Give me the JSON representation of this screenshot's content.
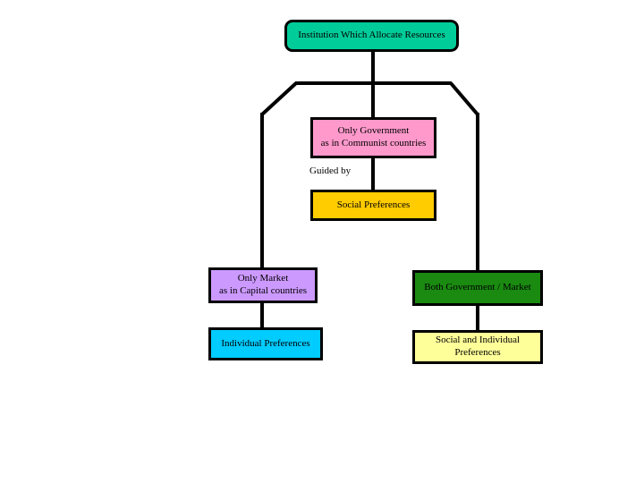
{
  "diagram": {
    "title": "Institution Which Allocate Resources",
    "background_color": "#ffffff",
    "line_color": "#000000",
    "nodes": {
      "root": {
        "label": "Institution Which Allocate Resources",
        "fill": "#00cc99",
        "shape": "rounded-rectangle"
      },
      "only_government": {
        "label": "Only Government\nas in Communist countries",
        "fill": "#ff99cc",
        "shape": "rectangle"
      },
      "social_preferences": {
        "label": "Social Preferences",
        "fill": "#ffcc00",
        "shape": "rectangle"
      },
      "only_market": {
        "label": "Only Market\nas in Capital countries",
        "fill": "#cc99ff",
        "shape": "rectangle"
      },
      "individual_preferences": {
        "label": "Individual Preferences",
        "fill": "#00ccff",
        "shape": "rectangle"
      },
      "both_government_market": {
        "label": "Both Government / Market",
        "fill": "#1a8a11",
        "shape": "rectangle"
      },
      "social_and_individual_preferences": {
        "label": "Social and Individual\nPreferences",
        "fill": "#ffff99",
        "shape": "rectangle"
      }
    },
    "labels": {
      "guided_by": "Guided by"
    }
  }
}
